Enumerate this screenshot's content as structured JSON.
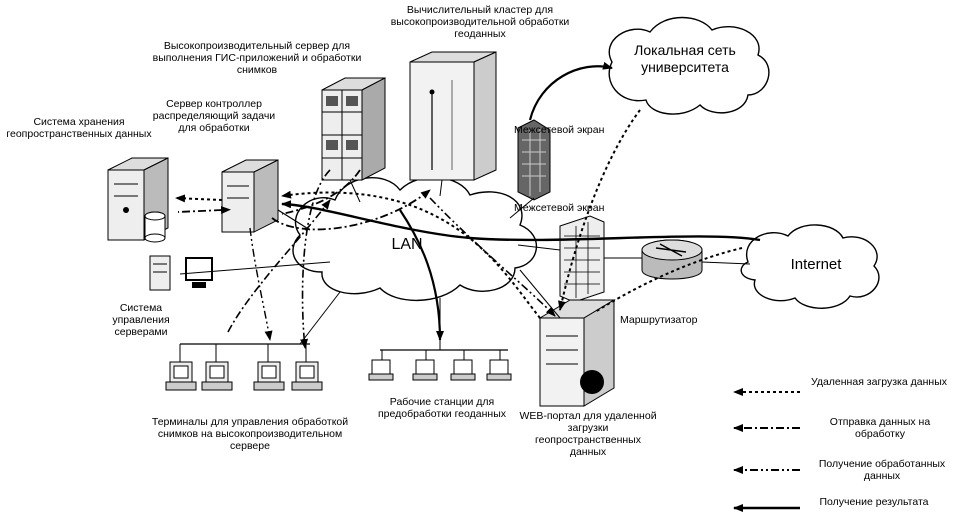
{
  "labels": {
    "cluster": "Вычислительный кластер для высокопроизводительной обработки геоданных",
    "hpserver": "Высокопроизводительный сервер для выполнения ГИС-приложений и обработки снимков",
    "storage": "Система хранения геопространственных данных",
    "controller": "Сервер контроллер распределяющий задачи для обработки",
    "firewall_top": "Межсетевой экран",
    "firewall_mid": "Межсетевой экран",
    "lan": "LAN",
    "local_net": "Локальная сеть университета",
    "internet": "Internet",
    "router": "Маршрутизатор",
    "srv_mgmt": "Система управления серверами",
    "terminals": "Терминалы для управления обработкой снимков на высокопроизводительном сервере",
    "workstations": "Рабочие станции для предобработки геоданных",
    "webportal": "WEB-портал для удаленной загрузки геопространственных данных"
  },
  "legend": [
    {
      "style": "dotted",
      "text": "Удаленная загрузка данных"
    },
    {
      "style": "dashdot",
      "text": "Отправка данных на обработку"
    },
    {
      "style": "dashdotdot",
      "text": "Получение обработанных данных"
    },
    {
      "style": "solid",
      "text": "Получение результата"
    }
  ]
}
